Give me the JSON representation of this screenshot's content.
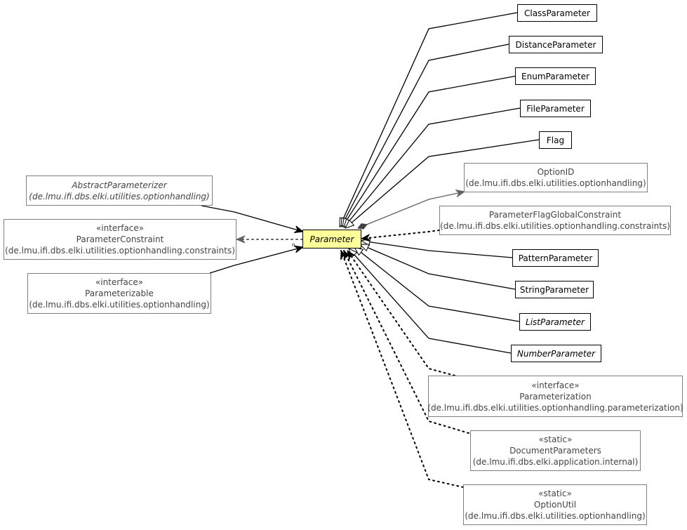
{
  "diagram": {
    "center": {
      "name": "Parameter",
      "italic": true
    },
    "subclasses": [
      {
        "name": "ClassParameter",
        "italic": false
      },
      {
        "name": "DistanceParameter",
        "italic": false
      },
      {
        "name": "EnumParameter",
        "italic": false
      },
      {
        "name": "FileParameter",
        "italic": false
      },
      {
        "name": "Flag",
        "italic": false
      },
      {
        "name": "PatternParameter",
        "italic": false
      },
      {
        "name": "StringParameter",
        "italic": false
      },
      {
        "name": "ListParameter",
        "italic": true
      },
      {
        "name": "NumberParameter",
        "italic": true
      }
    ],
    "external": {
      "option_id": {
        "name": "OptionID",
        "package": "(de.lmu.ifi.dbs.elki.utilities.optionhandling)"
      },
      "global_constraint": {
        "name": "ParameterFlagGlobalConstraint",
        "package": "(de.lmu.ifi.dbs.elki.utilities.optionhandling.constraints)"
      },
      "abstract_parameterizer": {
        "name": "AbstractParameterizer",
        "package": "(de.lmu.ifi.dbs.elki.utilities.optionhandling)"
      },
      "parameter_constraint": {
        "stereotype": "«interface»",
        "name": "ParameterConstraint",
        "package": "(de.lmu.ifi.dbs.elki.utilities.optionhandling.constraints)"
      },
      "parameterizable": {
        "stereotype": "«interface»",
        "name": "Parameterizable",
        "package": "(de.lmu.ifi.dbs.elki.utilities.optionhandling)"
      },
      "parameterization": {
        "stereotype": "«interface»",
        "name": "Parameterization",
        "package": "(de.lmu.ifi.dbs.elki.utilities.optionhandling.parameterization)"
      },
      "document_parameters": {
        "stereotype": "«static»",
        "name": "DocumentParameters",
        "package": "(de.lmu.ifi.dbs.elki.application.internal)"
      },
      "option_util": {
        "stereotype": "«static»",
        "name": "OptionUtil",
        "package": "(de.lmu.ifi.dbs.elki.utilities.optionhandling)"
      }
    },
    "edge_labels": {
      "constraint_multiplicity": "n"
    }
  }
}
